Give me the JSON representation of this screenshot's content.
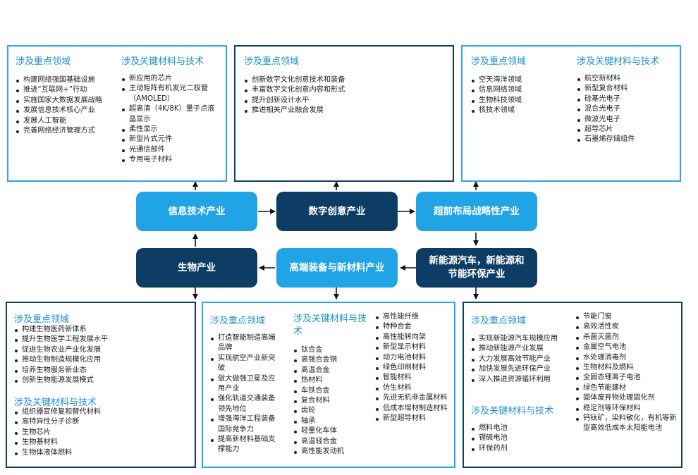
{
  "nodes": {
    "info_tech": "信息技术产业",
    "digital_creative": "数字创意产业",
    "frontier": "超前布局战略性产业",
    "bio": "生物产业",
    "equipment_materials": "高端装备与新材料产业",
    "new_energy": "新能源汽车，新能源和节能环保产业"
  },
  "panels": {
    "info_tech": {
      "focus_title": "涉及重点领域",
      "focus": [
        "构建网络强国基础设施",
        "推进“互联网+”行动",
        "实施国家大数据发展战略",
        "发展信息技术核心产业",
        "发展人工智能",
        "完善网络经济管理方式"
      ],
      "materials_title": "涉及关键材料与技术",
      "materials": [
        "新应用的芯片",
        "主动矩阵有机发光二极管（AMOLED）",
        "超高清（4K/8K）量子点液晶显示",
        "柔性显示",
        "新型片式元件",
        "光通信部件",
        "专用电子材料"
      ]
    },
    "digital_creative": {
      "focus_title": "涉及重点领域",
      "focus": [
        "创新数字文化创意技术和装备",
        "丰富数字文化创意内容和形式",
        "提升创新设计水平",
        "推进相关产业融合发展"
      ]
    },
    "frontier": {
      "focus_title": "涉及重点领域",
      "focus": [
        "空天海洋领域",
        "信息网络领域",
        "生物科技领域",
        "核技术领域"
      ],
      "materials_title": "涉及关键材料与技术",
      "materials": [
        "航空新材料",
        "新型复合材料",
        "硅基光电子",
        "混合光电子",
        "微波光电子",
        "超导芯片",
        "石墨烯存储组件"
      ]
    },
    "bio": {
      "focus_title": "涉及重点领域",
      "focus": [
        "构建生物医药新体系",
        "提升生物医学工程发展水平",
        "促进生物农业产业化发展",
        "推动生物制造规模化应用",
        "培养生物服务新业态",
        "创新生物能源发展模式"
      ],
      "materials_title": "涉及关键材料与技术",
      "materials": [
        "组织器官修复和替代材料",
        "高特异性分子诊断",
        "生物芯片",
        "生物基材料",
        "生物体液体燃料"
      ]
    },
    "equipment_materials": {
      "focus_title": "涉及重点领域",
      "focus": [
        "打造智能制造高端品牌",
        "实现航空产业新突破",
        "做大做强卫星及应用产业",
        "强化轨道交通装备领先地位",
        "增强海洋工程装备国际竞争力",
        "提高新材料基础支撑能力"
      ],
      "materials_title": "涉及关键材料与技术",
      "materials": [
        "钛合金",
        "高强合金钢",
        "高温合金",
        "热材料",
        "车铁合金",
        "复合材料",
        "齿轮",
        "轴承",
        "轻量化车体",
        "高温轻合金",
        "高性能发动机"
      ],
      "materials2": [
        "高性能纤维",
        "特种合金",
        "高性能转向架",
        "新型显示材料",
        "动力电池材料",
        "绿色印刷材料",
        "智能材料",
        "仿生材料",
        "先进无机非金属材料",
        "低成本增材制造材料",
        "新型超导材料"
      ]
    },
    "new_energy": {
      "focus_title": "涉及重点领域",
      "focus": [
        "实现新能源汽车规模应用",
        "推动新能源产业发展",
        "大力发展高效节能产业",
        "加快发展先进环保产业",
        "深入推进资源循环利用"
      ],
      "materials_title": "涉及关键材料与技术",
      "materials": [
        "燃料电池",
        "锂硫电池",
        "环保药剂"
      ],
      "materials2": [
        "节能门窗",
        "高效活性炭",
        "杀菌灭菌剂",
        "金属空气电池",
        "水处理消毒剂",
        "生物材料及燃料",
        "全固态锂离子电池",
        "绿色节能建材",
        "固体废弃物处理固化剂",
        "稳定剂等环保材料",
        "钙钛矿，染料敏化，有机等新型高效低成本太阳能电池"
      ]
    }
  },
  "colors": {
    "light_blue": "#21a4e6",
    "dark_blue": "#0d3c64",
    "heading_blue": "#1e8fd0"
  }
}
